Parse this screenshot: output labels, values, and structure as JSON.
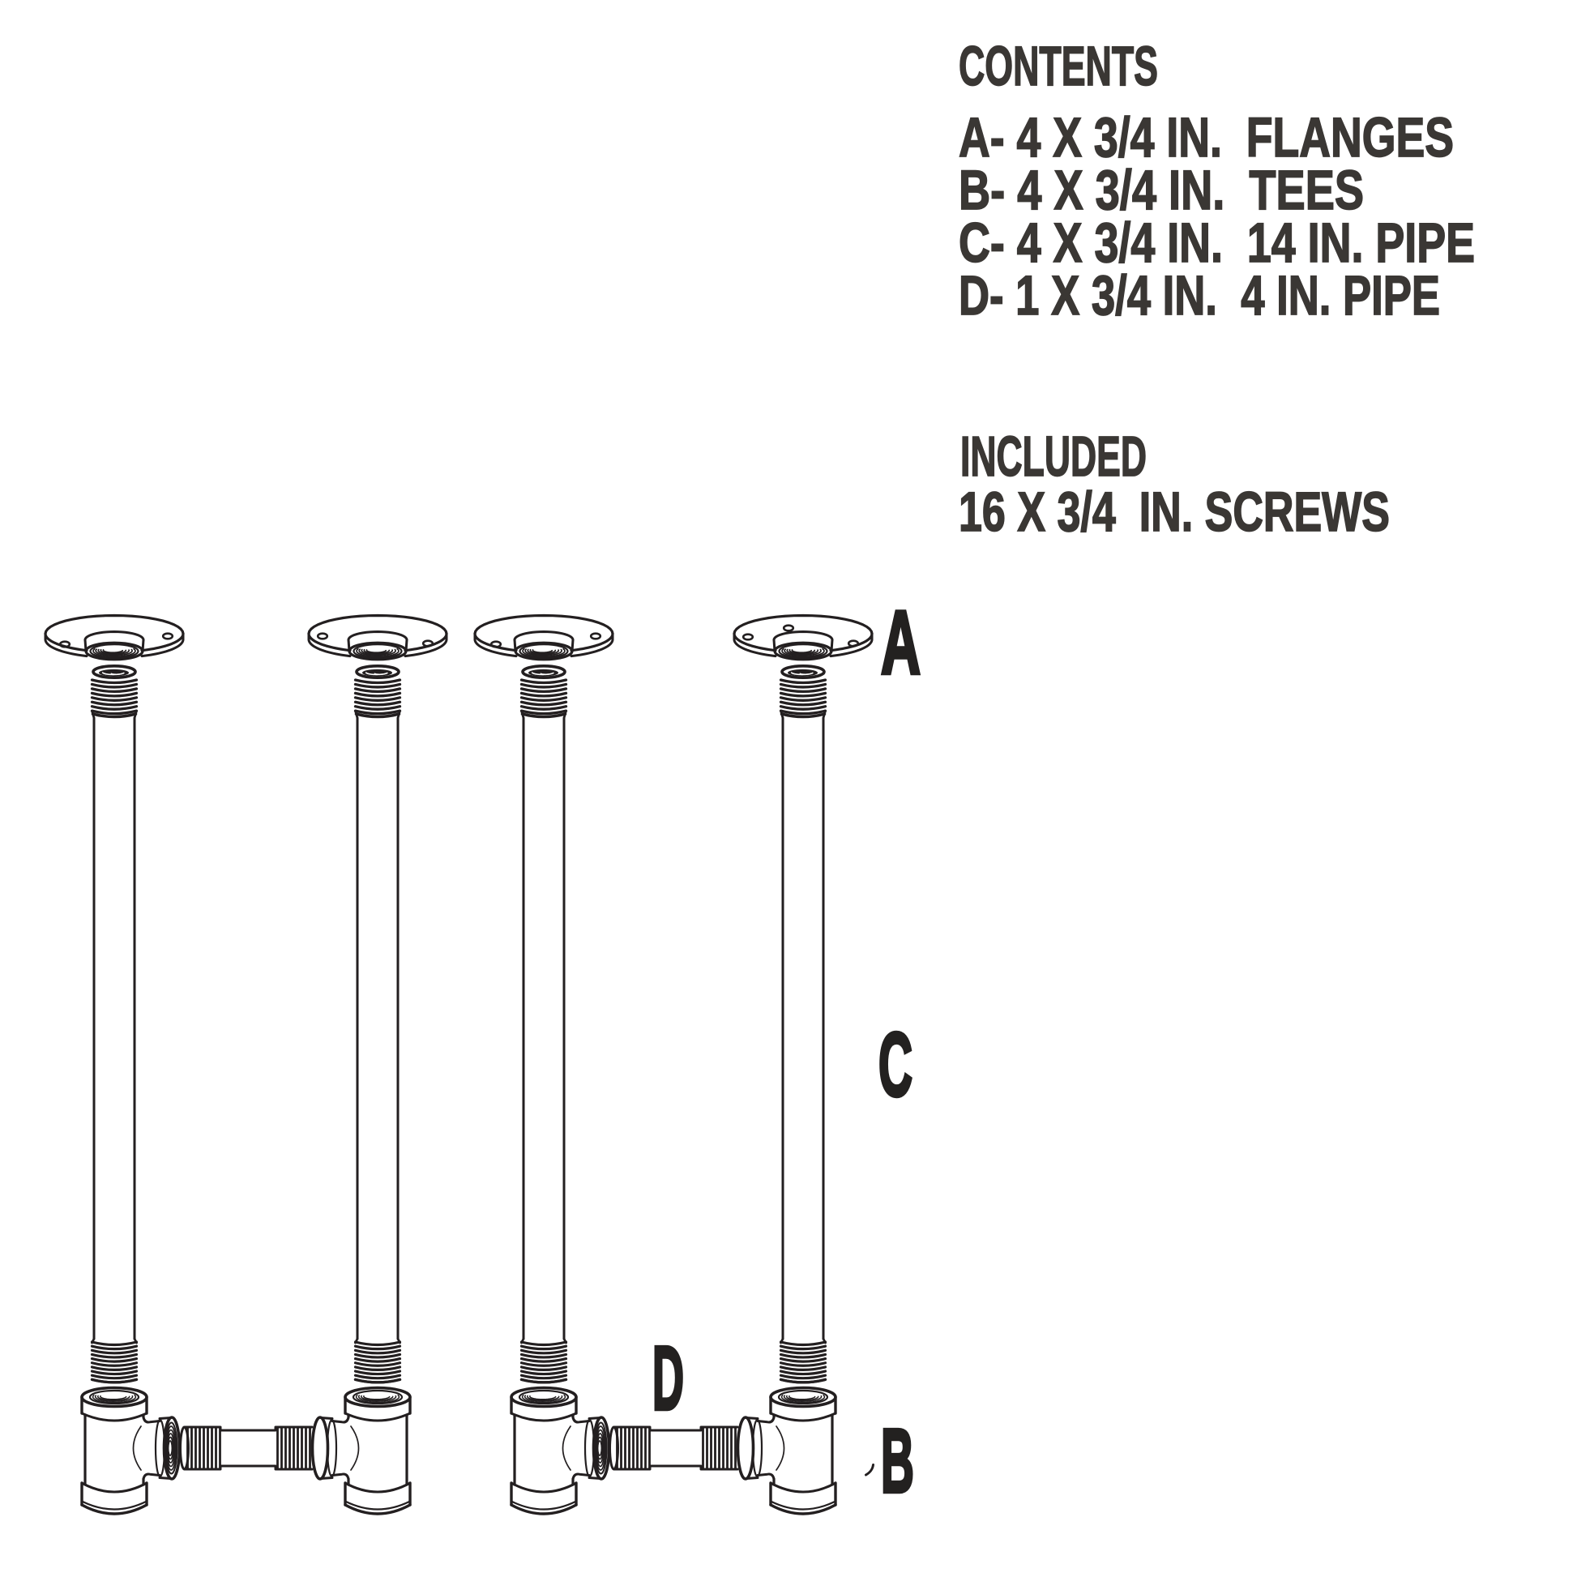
{
  "document": {
    "kind": "parts-diagram",
    "background": "#ffffff"
  },
  "contents": {
    "title": "CONTENTS",
    "items": [
      "A- 4 X 3/4 IN.  FLANGES",
      "B- 4 X 3/4 IN.  TEES",
      "C- 4 X 3/4 IN.  14 IN. PIPE",
      "D- 1 X 3/4 IN.  4 IN. PIPE"
    ]
  },
  "included": {
    "title": "INCLUDED",
    "line": "16 X 3/4  IN. SCREWS"
  },
  "part_labels": {
    "flange": "A",
    "tee": "B",
    "long_pipe": "C",
    "short_pipe": "D"
  },
  "colors": {
    "text": "#3a3734",
    "label": "#232120",
    "ink": "#231f20",
    "background": "#ffffff"
  }
}
